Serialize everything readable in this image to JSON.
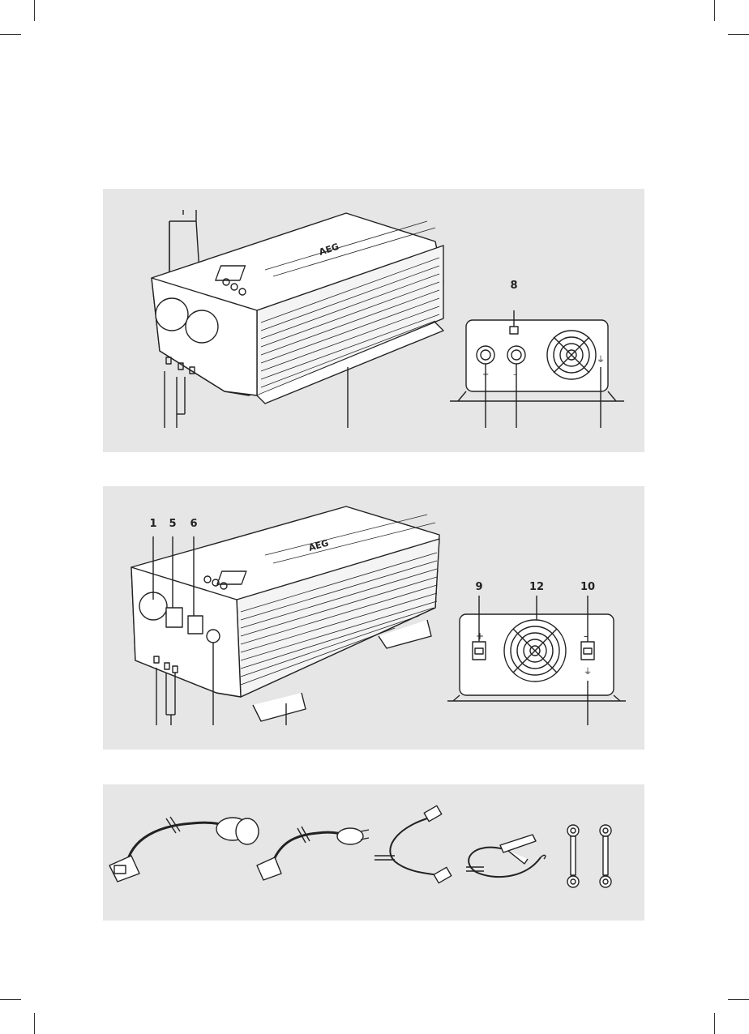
{
  "panels": [
    {
      "brand": "AEG",
      "callouts": [
        {
          "label": "8",
          "name": "callout-8"
        }
      ],
      "terminal_plus": "+",
      "terminal_minus": "–",
      "ground_symbol": "⏚"
    },
    {
      "brand": "AEG",
      "callouts": [
        {
          "label": "1",
          "name": "callout-1"
        },
        {
          "label": "5",
          "name": "callout-5"
        },
        {
          "label": "6",
          "name": "callout-6"
        },
        {
          "label": "9",
          "name": "callout-9"
        },
        {
          "label": "12",
          "name": "callout-12"
        },
        {
          "label": "10",
          "name": "callout-10"
        }
      ],
      "terminal_plus": "+",
      "terminal_minus": "–",
      "ground_symbol": "⏚"
    }
  ],
  "colors": {
    "panel_bg": "#e6e6e6",
    "line": "#222222",
    "device_fill": "#ffffff"
  }
}
